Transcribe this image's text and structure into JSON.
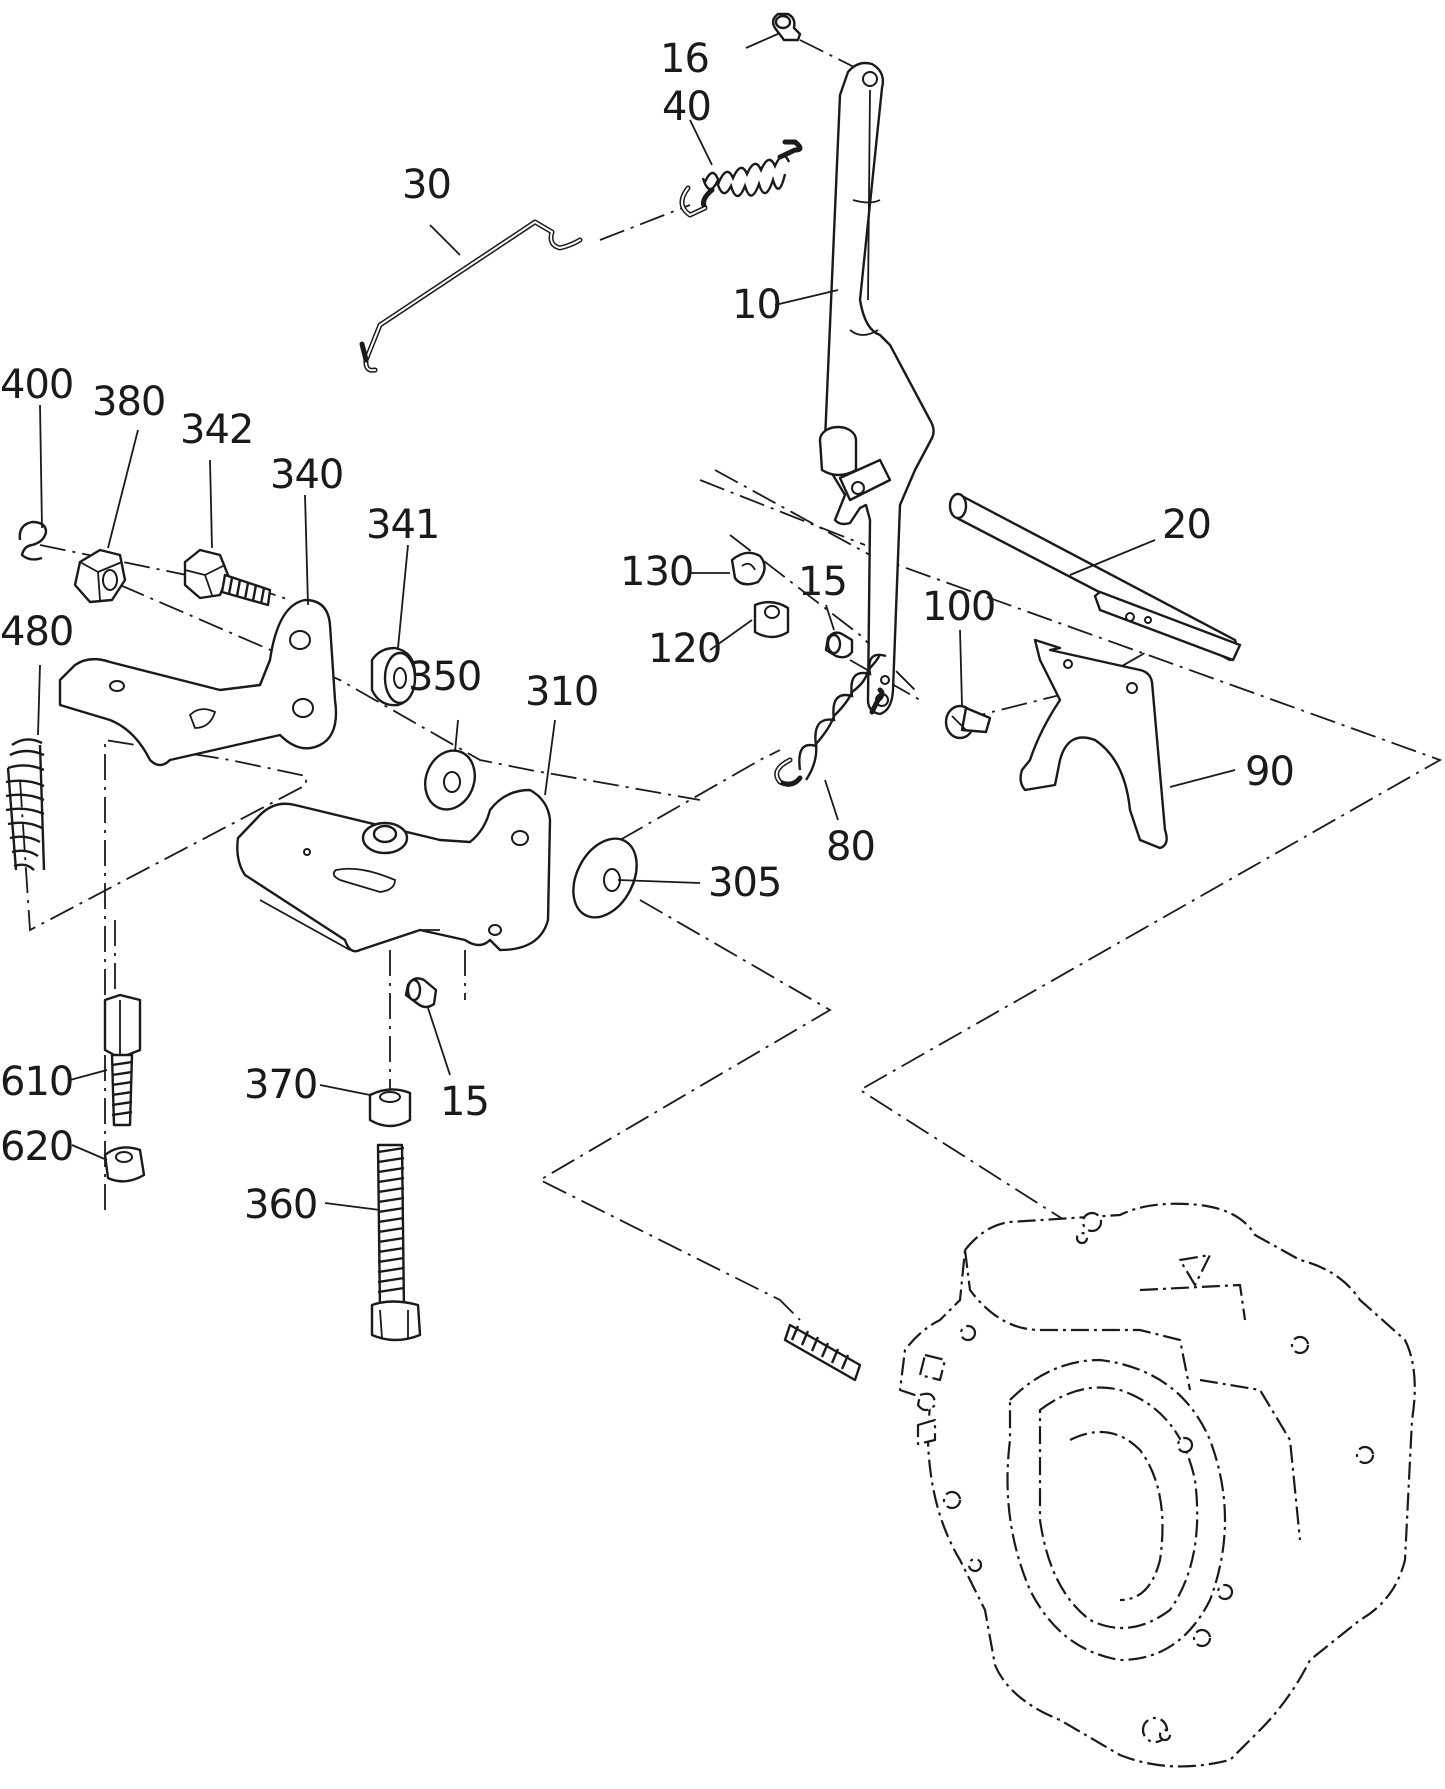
{
  "callouts": [
    {
      "id": "c16",
      "text": "16"
    },
    {
      "id": "c40",
      "text": "40"
    },
    {
      "id": "c30",
      "text": "30"
    },
    {
      "id": "c10",
      "text": "10"
    },
    {
      "id": "c400",
      "text": "400"
    },
    {
      "id": "c380",
      "text": "380"
    },
    {
      "id": "c342",
      "text": "342"
    },
    {
      "id": "c340",
      "text": "340"
    },
    {
      "id": "c341",
      "text": "341"
    },
    {
      "id": "c20",
      "text": "20"
    },
    {
      "id": "c130",
      "text": "130"
    },
    {
      "id": "c15a",
      "text": "15"
    },
    {
      "id": "c100",
      "text": "100"
    },
    {
      "id": "c120",
      "text": "120"
    },
    {
      "id": "c480",
      "text": "480"
    },
    {
      "id": "c350",
      "text": "350"
    },
    {
      "id": "c310",
      "text": "310"
    },
    {
      "id": "c90",
      "text": "90"
    },
    {
      "id": "c80",
      "text": "80"
    },
    {
      "id": "c305",
      "text": "305"
    },
    {
      "id": "c610",
      "text": "610"
    },
    {
      "id": "c370",
      "text": "370"
    },
    {
      "id": "c15b",
      "text": "15"
    },
    {
      "id": "c620",
      "text": "620"
    },
    {
      "id": "c360",
      "text": "360"
    }
  ]
}
